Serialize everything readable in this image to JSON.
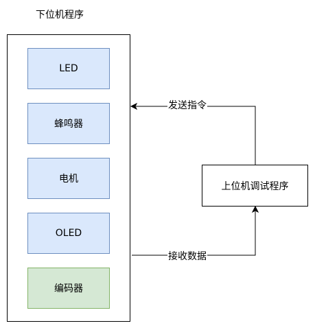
{
  "diagram": {
    "title": "下位机程序",
    "modules": [
      {
        "label": "LED"
      },
      {
        "label": "蜂鸣器"
      },
      {
        "label": "电机"
      },
      {
        "label": "OLED"
      },
      {
        "label": "编码器"
      }
    ],
    "host": {
      "label": "上位机调试程序"
    },
    "edges": {
      "send_label": "发送指令",
      "receive_label": "接收数据"
    }
  },
  "colors": {
    "module_fill": "#dae8fc",
    "module_stroke": "#6c8ebf",
    "encoder_fill": "#d5e8d4",
    "encoder_stroke": "#82b366"
  }
}
